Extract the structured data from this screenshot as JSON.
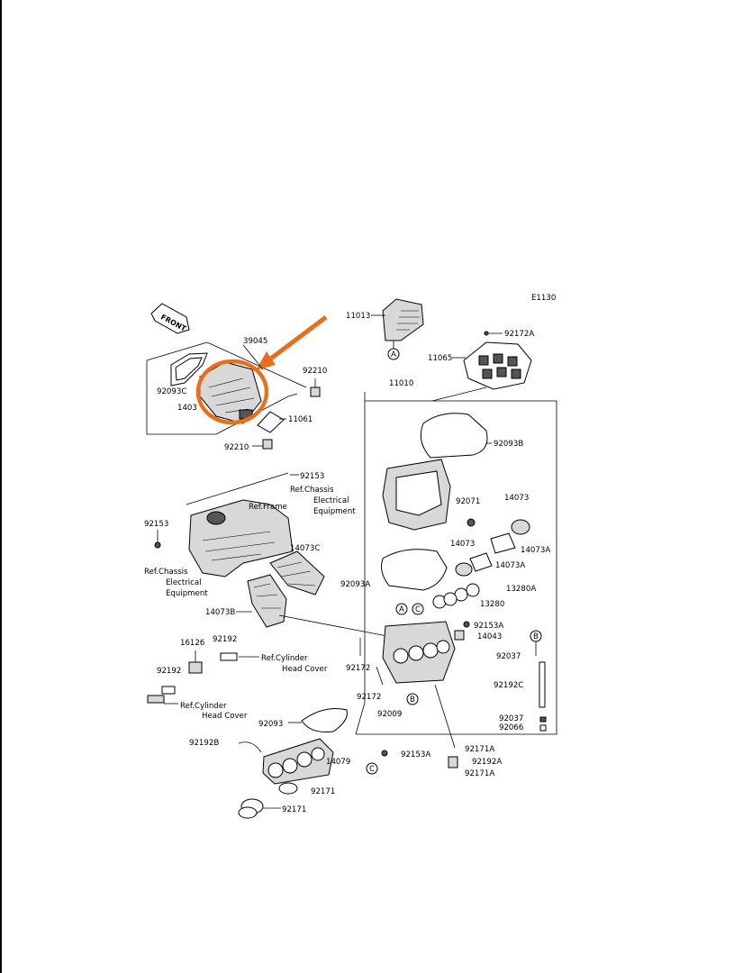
{
  "diagram": {
    "code": "E1130",
    "front_label": "FRONT",
    "highlight_color": "#e8701c",
    "parts": {
      "p11013": "11013",
      "p92172A": "92172A",
      "p11065": "11065",
      "p39045": "39045",
      "p92210a": "92210",
      "p92093C": "92093C",
      "p1403x": "1403",
      "p11061": "11061",
      "p92210b": "92210",
      "p11010": "11010",
      "p92093B": "92093B",
      "p92153a": "92153",
      "p92153b": "92153",
      "p92071": "92071",
      "p14073a": "14073",
      "p14073b": "14073",
      "p14073A1": "14073A",
      "p14073A2": "14073A",
      "p14073C": "14073C",
      "p92093A": "92093A",
      "p13280A": "13280A",
      "p13280": "13280",
      "p14073B": "14073B",
      "p92153A": "92153A",
      "p14043": "14043",
      "p16126": "16126",
      "p92192a": "92192",
      "p92192b": "92192",
      "p92172a": "92172",
      "p92172b": "92172",
      "p92037a": "92037",
      "p92192C": "92192C",
      "p92009": "92009",
      "p92037b": "92037",
      "p92066": "92066",
      "p92093": "92093",
      "p92192B": "92192B",
      "p92153Ab": "92153A",
      "p92171A1": "92171A",
      "p14079": "14079",
      "p92192A": "92192A",
      "p92171A2": "92171A",
      "p92171a": "92171",
      "p92171b": "92171"
    },
    "refs": {
      "chassis1_a": "Ref.Chassis",
      "chassis1_b": "Electrical",
      "chassis1_c": "Equipment",
      "frame": "Ref.Frame",
      "chassis2_a": "Ref.Chassis",
      "chassis2_b": "Electrical",
      "chassis2_c": "Equipment",
      "cyl1_a": "Ref.Cylinder",
      "cyl1_b": "Head Cover",
      "cyl2_a": "Ref.Cylinder",
      "cyl2_b": "Head Cover"
    },
    "markers": {
      "A1": "A",
      "A2": "A",
      "C1": "C",
      "B1": "B",
      "B2": "B",
      "C2": "C"
    }
  }
}
